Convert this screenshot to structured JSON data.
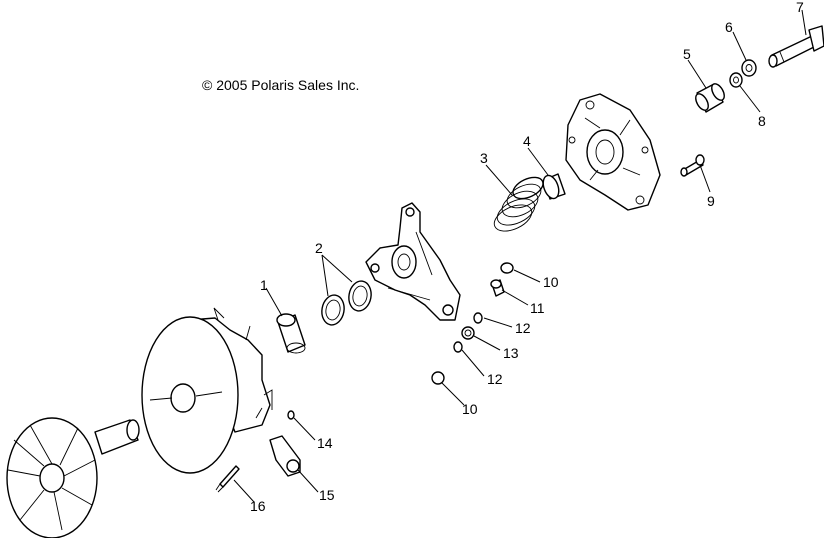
{
  "copyright": "© 2005 Polaris Sales Inc.",
  "callouts": [
    "1",
    "2",
    "3",
    "4",
    "5",
    "6",
    "7",
    "8",
    "9",
    "10",
    "11",
    "12",
    "13",
    "12",
    "10",
    "14",
    "15",
    "16"
  ]
}
